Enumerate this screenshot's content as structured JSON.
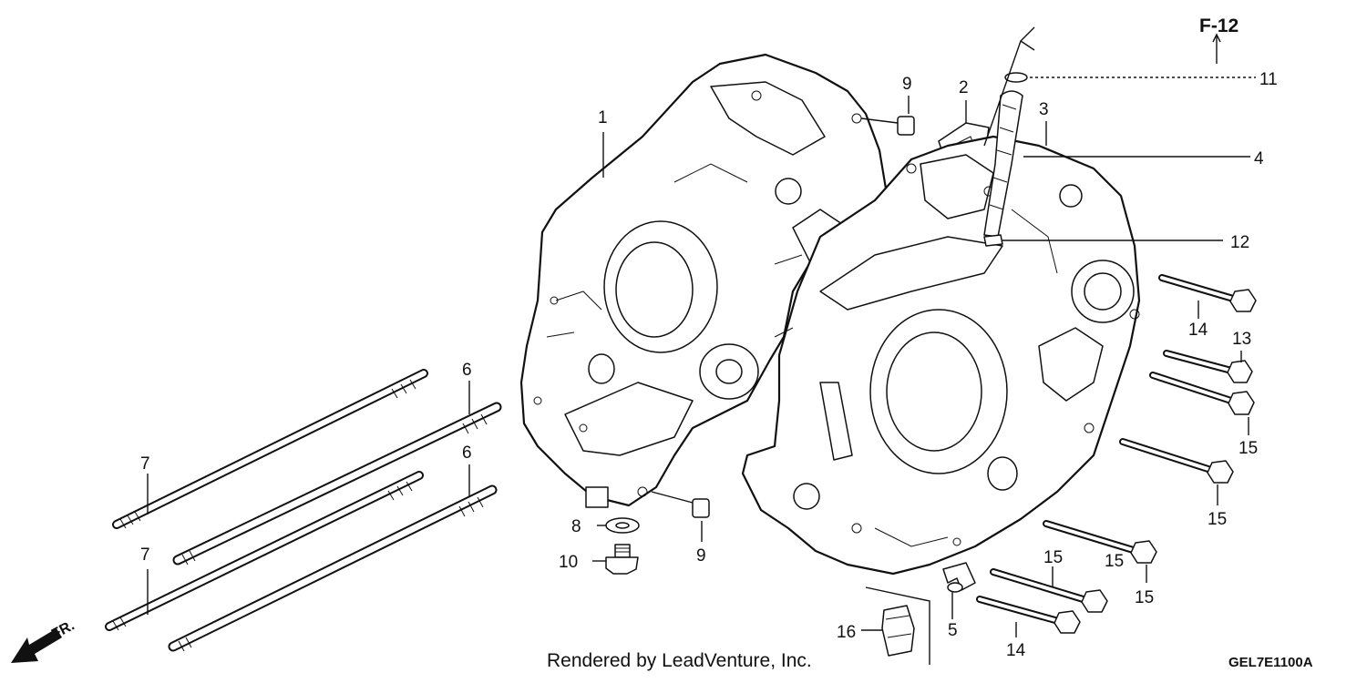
{
  "diagram": {
    "header_ref": "F-12",
    "diagram_code": "GEL7E1100A",
    "credit": "Rendered by LeadVenture, Inc.",
    "direction_label": "FR.",
    "labels": {
      "p1": "1",
      "p2": "2",
      "p3": "3",
      "p4": "4",
      "p5": "5",
      "p6a": "6",
      "p6b": "6",
      "p7a": "7",
      "p7b": "7",
      "p8": "8",
      "p9a": "9",
      "p9b": "9",
      "p10": "10",
      "p11": "11",
      "p12": "12",
      "p13": "13",
      "p14a": "14",
      "p14b": "14",
      "p15a": "15",
      "p15b": "15",
      "p15c": "15",
      "p15d": "15",
      "p15e": "15",
      "p16": "16"
    }
  }
}
